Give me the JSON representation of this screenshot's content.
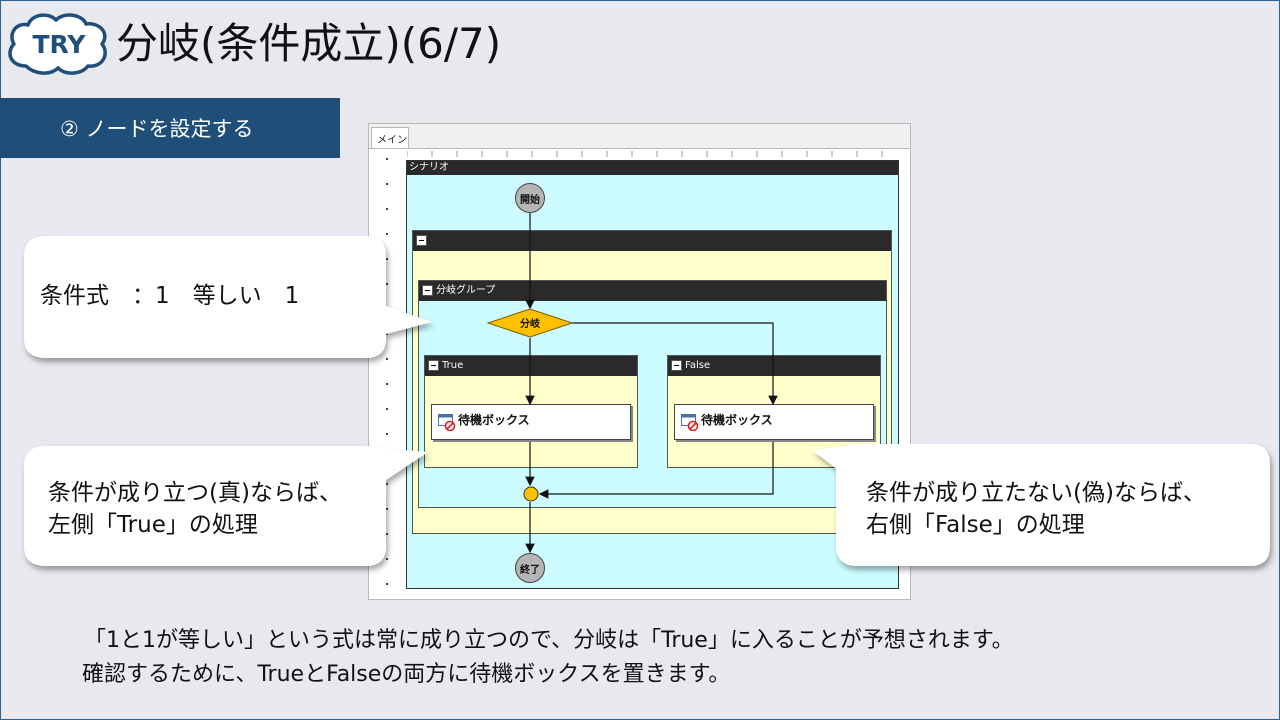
{
  "header": {
    "badge": "TRY",
    "title": "分岐(条件成立)(6/7)"
  },
  "step": {
    "label": "② ノードを設定する"
  },
  "editor": {
    "tab_label": "メイン",
    "scenario_label": "シナリオ",
    "group_label": "分岐グループ",
    "start_label": "開始",
    "branch_label": "分岐",
    "true_lane_label": "True",
    "false_lane_label": "False",
    "wait_box_label": "待機ボックス",
    "end_label": "終了"
  },
  "callouts": {
    "condition": "条件式　：1　等しい　1",
    "true_line1": "条件が成り立つ(真)ならば、",
    "true_line2": "左側「True」の処理",
    "false_line1": "条件が成り立たない(偽)ならば、",
    "false_line2": "右側「False」の処理"
  },
  "footer": {
    "line1": "「1と1が等しい」という式は常に成り立つので、分岐は「True」に入ることが予想されます。",
    "line2": "確認するために、TrueとFalseの両方に待機ボックスを置きます。"
  },
  "colors": {
    "step_box": "#1f4e79",
    "scenario_bg": "#ccfcff",
    "group_bg": "#ffffcc",
    "branch_diamond": "#ffc000",
    "merge_node": "#ffc000",
    "badge_stroke": "#1f4e79"
  }
}
